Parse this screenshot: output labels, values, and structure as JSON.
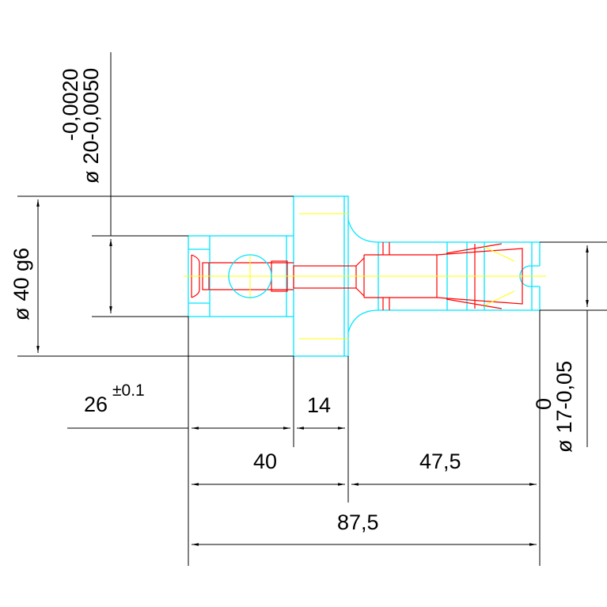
{
  "drawing": {
    "dimensions": {
      "dia_40": {
        "symbol": "ø",
        "text": "40 g6"
      },
      "dia_20": {
        "symbol": "ø",
        "text": "20",
        "tol_upper": "-0,0020",
        "tol_lower": "-0,0050"
      },
      "dia_17": {
        "symbol": "ø",
        "text": "17",
        "tol_upper": "0",
        "tol_lower": "-0,05"
      },
      "len_26": {
        "text": "26",
        "tol": "±0.1"
      },
      "len_14": {
        "text": "14"
      },
      "len_40": {
        "text": "40"
      },
      "len_47_5": {
        "text": "47,5"
      },
      "len_87_5": {
        "text": "87,5"
      }
    },
    "colors": {
      "dimension": "#000000",
      "outline": "#00e5ff",
      "detail": "#ff0000",
      "centerline": "#ffff00"
    }
  }
}
